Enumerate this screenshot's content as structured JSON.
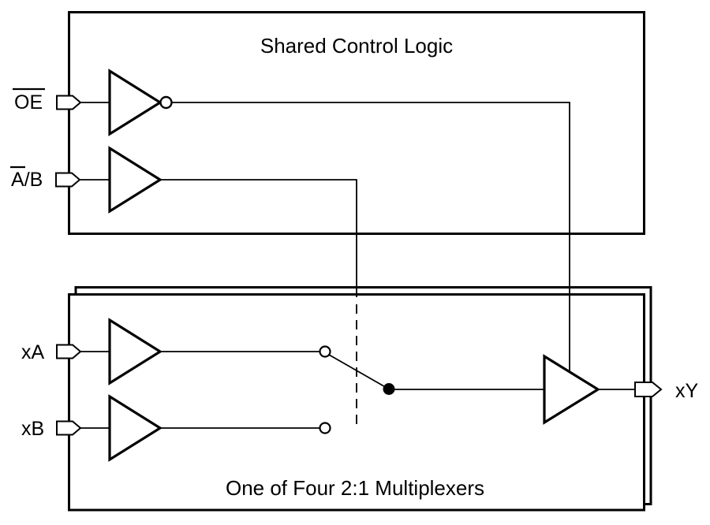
{
  "diagram": {
    "top_block": {
      "title": "Shared Control Logic"
    },
    "bottom_block": {
      "title": "One of Four 2:1 Multiplexers"
    },
    "ports": {
      "oe_label": "OE",
      "ab_barred_part": "A",
      "ab_rest": "/B",
      "xa_label": "xA",
      "xb_label": "xB",
      "xy_label": "xY"
    },
    "notes": {
      "oe_overline": "overline over OE",
      "ab_overline": "overline over A only"
    },
    "colors": {
      "ink": "#000000",
      "paper": "#ffffff"
    }
  }
}
